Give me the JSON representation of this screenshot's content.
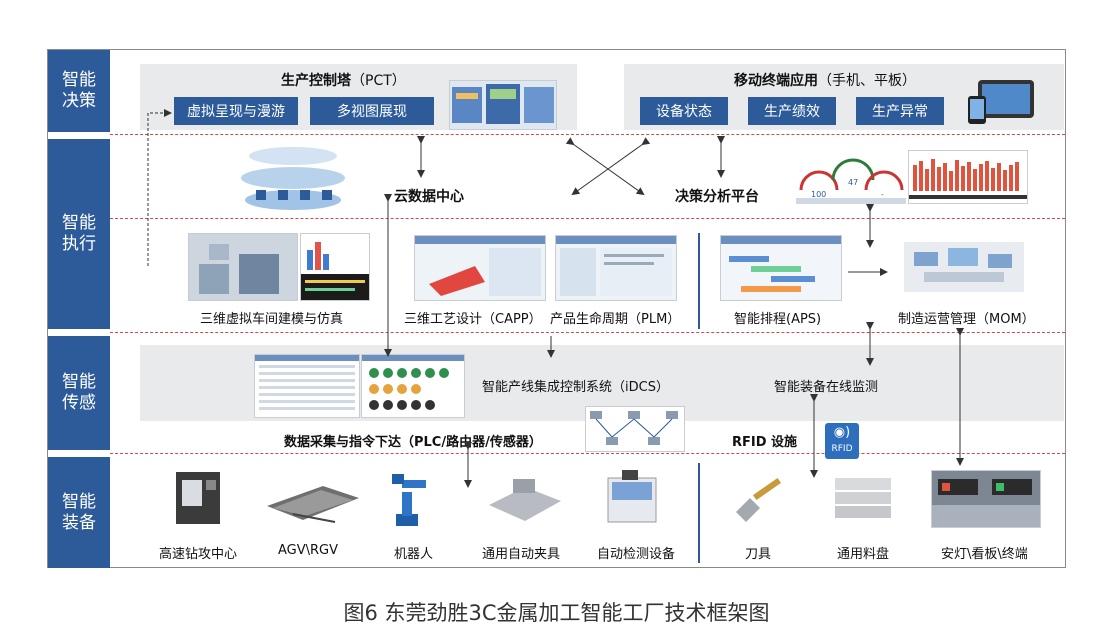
{
  "bands": [
    {
      "line1": "智能",
      "line2": "决策"
    },
    {
      "line1": "智能",
      "line2": "执行"
    },
    {
      "line1": "智能",
      "line2": "传感"
    },
    {
      "line1": "智能",
      "line2": "装备"
    }
  ],
  "decision": {
    "pct_title": "生产控制塔",
    "pct_suffix": "（PCT）",
    "btn_virtual": "虚拟呈现与漫游",
    "btn_multiview": "多视图展现",
    "mobile_title": "移动终端应用",
    "mobile_suffix": "（手机、平板）",
    "btn_status": "设备状态",
    "btn_perf": "生产绩效",
    "btn_abnormal": "生产异常"
  },
  "execution": {
    "cloud": "云数据中心",
    "decision_platform": "决策分析平台",
    "sim": "三维虚拟车间建模与仿真",
    "capp": "三维工艺设计（CAPP）",
    "plm": "产品生命周期（PLM）",
    "aps": "智能排程(APS)",
    "mom": "制造运营管理（MOM）"
  },
  "sensing": {
    "idcs": "智能产线集成控制系统（iDCS）",
    "monitor": "智能装备在线监测",
    "data_collect": "数据采集与指令下达（PLC/路由器/传感器）",
    "rfid_title": "RFID 设施",
    "rfid_logo": "RFID"
  },
  "equipment": [
    {
      "label": "高速钻攻中心"
    },
    {
      "label": "AGV\\RGV"
    },
    {
      "label": "机器人"
    },
    {
      "label": "通用自动夹具"
    },
    {
      "label": "自动检测设备"
    },
    {
      "label": "刀具"
    },
    {
      "label": "通用料盘"
    },
    {
      "label": "安灯\\看板\\终端"
    }
  ],
  "gauge_values": [
    "100",
    "47",
    "-"
  ],
  "caption": "图6 东莞劲胜3C金属加工智能工厂技术框架图",
  "colors": {
    "band": "#2d5b9a",
    "gray_panel": "#e9eaec",
    "dash": "#d44a4a"
  }
}
